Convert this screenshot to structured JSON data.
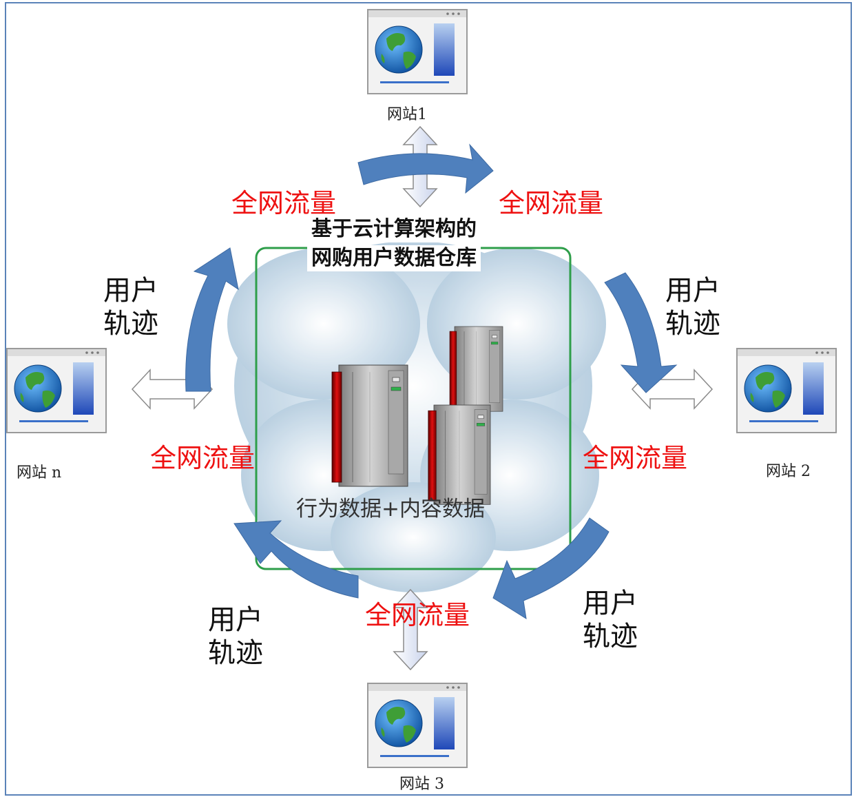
{
  "sites": {
    "top_label": "网站1",
    "right_label": "网站  2",
    "bottom_label": "网站  3",
    "left_label": "网站  n",
    "icon": "globe-browser-window-icon"
  },
  "warehouse": {
    "title_line1": "基于云计算架构的",
    "title_line2": "网购用户数据仓库",
    "caption": "行为数据+内容数据",
    "icon": "server-cluster-icon",
    "border_color": "#2e9e4a"
  },
  "traffic_label": "全网流量",
  "track_label": "用户\n轨迹",
  "colors": {
    "cycle_arrow": "#4f80bd",
    "traffic_text": "#ee1111",
    "frame_border": "#5a82b8"
  }
}
